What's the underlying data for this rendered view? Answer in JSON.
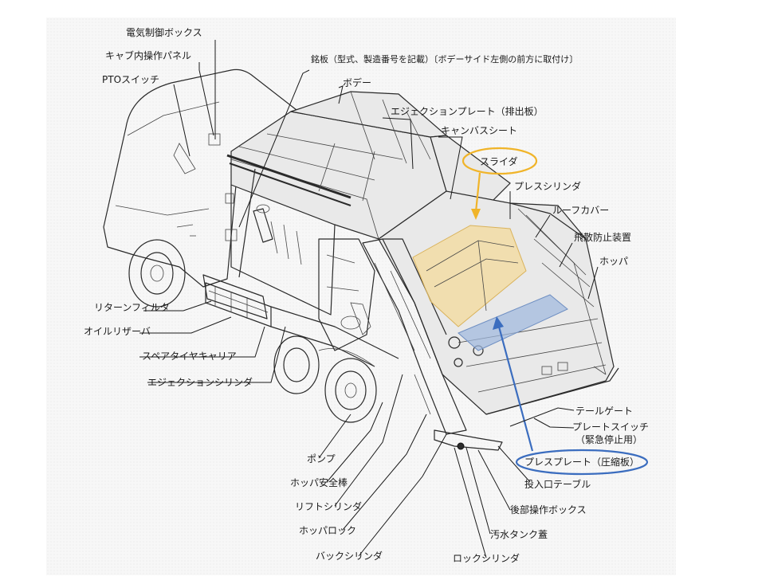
{
  "colors": {
    "slider_highlight": "#f5d68a",
    "slider_ring": "#f0b429",
    "press_plate_highlight": "#9fb8de",
    "press_plate_ring": "#3b6dbf"
  },
  "labels": {
    "electric_control_box": "電気制御ボックス",
    "cab_panel": "キャブ内操作パネル",
    "pto_switch": "PTOスイッチ",
    "nameplate": "銘板（型式、製造番号を記載）〔ボデーサイド左側の前方に取付け〕",
    "body": "ボデー",
    "ejection_plate": "エジェクションプレート（排出板）",
    "canvas_sheet": "キャンバスシート",
    "slider": "スライダ",
    "press_cylinder": "プレスシリンダ",
    "roof_cover": "ルーフカバー",
    "scatter_prevention": "飛散防止装置",
    "hopper": "ホッパ",
    "return_filter": "リターンフィルタ",
    "oil_reservoir": "オイルリザーバ",
    "spare_tire_carrier": "スペアタイヤキャリア",
    "ejection_cylinder": "エジェクションシリンダ",
    "tailgate": "テールゲート",
    "plate_switch": "プレートスイッチ",
    "emergency_stop": "（緊急停止用）",
    "press_plate": "プレスプレート（圧縮板）",
    "input_table": "投入口テーブル",
    "rear_control_box": "後部操作ボックス",
    "sewage_tank_lid": "汚水タンク蓋",
    "lock_cylinder": "ロックシリンダ",
    "pump": "ポンプ",
    "hopper_safety_bar": "ホッパ安全棒",
    "lift_cylinder": "リフトシリンダ",
    "hopper_lock": "ホッパロック",
    "back_cylinder": "バックシリンダ"
  }
}
